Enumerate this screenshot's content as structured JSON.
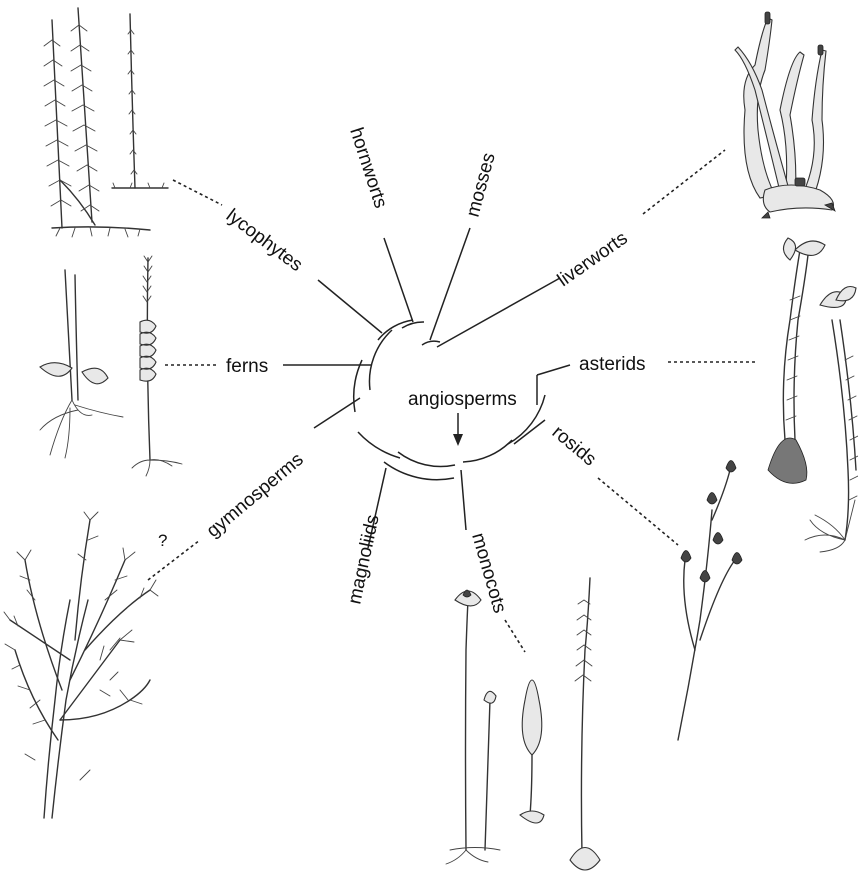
{
  "clades": {
    "hornworts": "hornworts",
    "mosses": "mosses",
    "liverworts": "liverworts",
    "lycophytes": "lycophytes",
    "ferns": "ferns",
    "asterids": "asterids",
    "angiosperms": "angiosperms",
    "rosids": "rosids",
    "gymnosperms": "gymnosperms",
    "magnoliids": "magnoliids",
    "monocots": "monocots"
  },
  "question_mark": "?"
}
